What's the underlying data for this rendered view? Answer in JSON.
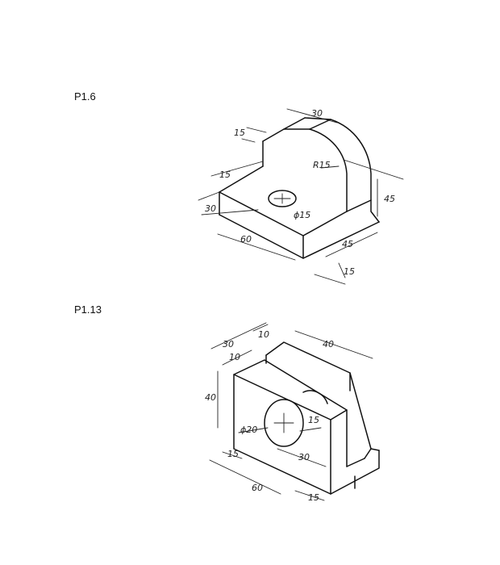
{
  "problems": [
    {
      "label": "P1.6",
      "dimensions": {
        "d30_top": "30",
        "d15_tab": "15",
        "d15_back": "15",
        "r15": "R15",
        "d30_left": "30",
        "phi15": "ϕ15",
        "d60": "60",
        "d45_height": "45",
        "d45_depth": "45",
        "d15_bottom": "15"
      }
    },
    {
      "label": "P1.13",
      "dimensions": {
        "d30": "30",
        "d10_top": "10",
        "d10_left": "10",
        "d40_top": "40",
        "d40_height": "40",
        "phi20": "ϕ20",
        "d15_center": "15",
        "d15_bottom": "15",
        "d30_bottom": "30",
        "d60": "60",
        "d15_right": "15"
      }
    }
  ]
}
